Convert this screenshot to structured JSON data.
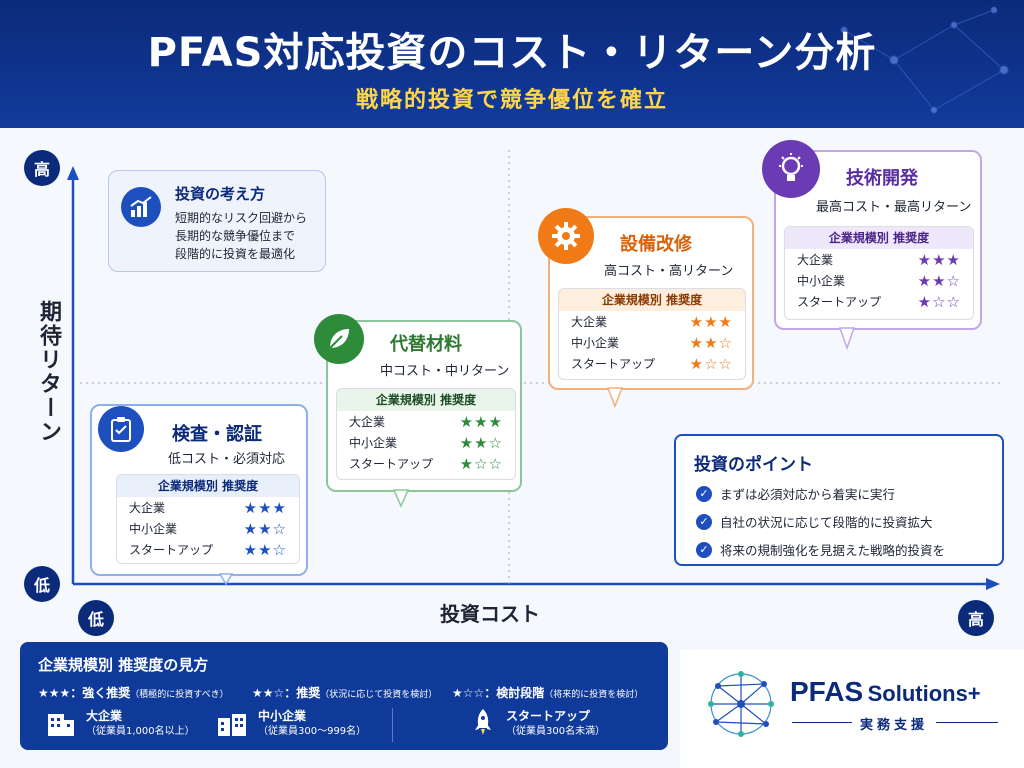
{
  "header": {
    "title": "PFAS対応投資のコスト・リターン分析",
    "subtitle": "戦略的投資で競争優位を確立"
  },
  "axes": {
    "y_label": "期待リターン",
    "x_label": "投資コスト",
    "y_high": "高",
    "y_low": "低",
    "x_low": "低",
    "x_high": "高"
  },
  "approach": {
    "title": "投資の考え方",
    "lines": [
      "短期的なリスク回避から",
      "長期的な競争優位まで",
      "段階的に投資を最適化"
    ],
    "icon": "growth-chart-icon"
  },
  "rec_header": "企業規模別 推奨度",
  "size_labels": [
    "大企業",
    "中小企業",
    "スタートアップ"
  ],
  "options": [
    {
      "title": "検査・認証",
      "subtitle": "低コスト・必須対応",
      "icon": "clipboard-check-icon",
      "color": "#1e4fbf",
      "stars": [
        "★★★",
        "★★☆",
        "★★☆"
      ],
      "stars_level": [
        3,
        2,
        2
      ]
    },
    {
      "title": "代替材料",
      "subtitle": "中コスト・中リターン",
      "icon": "leaf-icon",
      "color": "#2e8b3a",
      "stars": [
        "★★★",
        "★★☆",
        "★☆☆"
      ],
      "stars_level": [
        3,
        2,
        1
      ]
    },
    {
      "title": "設備改修",
      "subtitle": "高コスト・高リターン",
      "icon": "gear-icon",
      "color": "#f07a16",
      "stars": [
        "★★★",
        "★★☆",
        "★☆☆"
      ],
      "stars_level": [
        3,
        2,
        1
      ]
    },
    {
      "title": "技術開発",
      "subtitle": "最高コスト・最高リターン",
      "icon": "lightbulb-icon",
      "color": "#6a3bb3",
      "stars": [
        "★★★",
        "★★☆",
        "★☆☆"
      ],
      "stars_level": [
        3,
        2,
        1
      ]
    }
  ],
  "points": {
    "title": "投資のポイント",
    "items": [
      "まずは必須対応から着実に実行",
      "自社の状況に応じて段階的に投資拡大",
      "将来の規制強化を見据えた戦略的投資を"
    ]
  },
  "legend": {
    "title": "企業規模別 推奨度の見方",
    "levels": [
      {
        "stars": "★★★",
        "label": "：強く推奨",
        "note": "（積極的に投資すべき）"
      },
      {
        "stars": "★★☆",
        "label": "：推奨",
        "note": "（状況に応じて投資を検討）"
      },
      {
        "stars": "★☆☆",
        "label": "：検討段階",
        "note": "（将来的に投資を検討）"
      }
    ],
    "sizes": [
      {
        "name": "大企業",
        "note": "（従業員1,000名以上）",
        "icon": "building-icon"
      },
      {
        "name": "中小企業",
        "note": "（従業員300〜999名）",
        "icon": "building-icon"
      },
      {
        "name": "スタートアップ",
        "note": "（従業員300名未満）",
        "icon": "rocket-icon"
      }
    ]
  },
  "brand": {
    "name_bold": "PFAS",
    "name_rest": "Solutions+",
    "tagline": "実務支援",
    "color": "#0b2a7a",
    "icon": "molecule-network-icon"
  }
}
